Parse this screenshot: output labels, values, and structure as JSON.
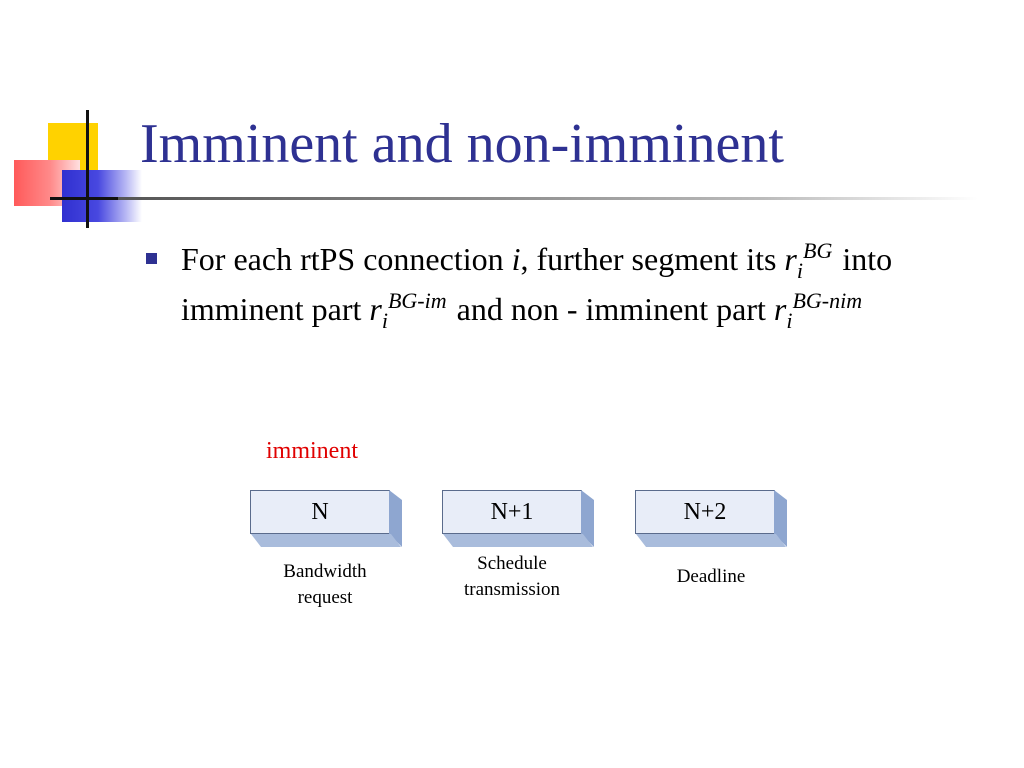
{
  "slide": {
    "title": "Imminent and non-imminent",
    "bullet": {
      "text_1": "For each rtPS connection ",
      "var_i": "i",
      "text_2": ", further segment its ",
      "r1": {
        "base": "r",
        "sub": "i",
        "sup": "BG"
      },
      "text_3": " into imminent part ",
      "r2": {
        "base": "r",
        "sub": "i",
        "sup": "BG-im"
      },
      "text_4": " and non - imminent part ",
      "r3": {
        "base": "r",
        "sub": "i",
        "sup": "BG-nim"
      }
    }
  },
  "diagram": {
    "imminent_label": "imminent",
    "boxes": [
      {
        "label": "N",
        "caption_1": "Bandwidth",
        "caption_2": "request"
      },
      {
        "label": "N+1",
        "caption_1": "Schedule",
        "caption_2": "transmission"
      },
      {
        "label": "N+2",
        "caption_1": "Deadline",
        "caption_2": ""
      }
    ]
  },
  "colors": {
    "title": "#2e3192",
    "imminent": "#e00000",
    "box_fill": "#e8edf8",
    "box_side": "#a9bcdc"
  }
}
